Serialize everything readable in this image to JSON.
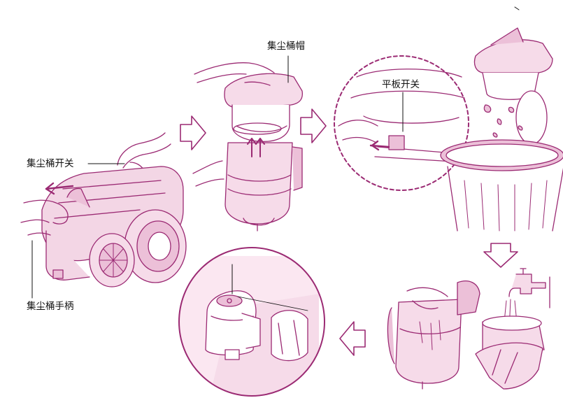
{
  "labels": {
    "bin_cap": "集尘桶帽",
    "plate_switch": "平板开关",
    "bin_switch": "集尘桶开关",
    "bin_handle": "集尘桶手柄"
  },
  "colors": {
    "line": "#9b2a73",
    "fill_light": "#f6dbe9",
    "fill_mid": "#ecc0d8",
    "ink": "#111111"
  }
}
